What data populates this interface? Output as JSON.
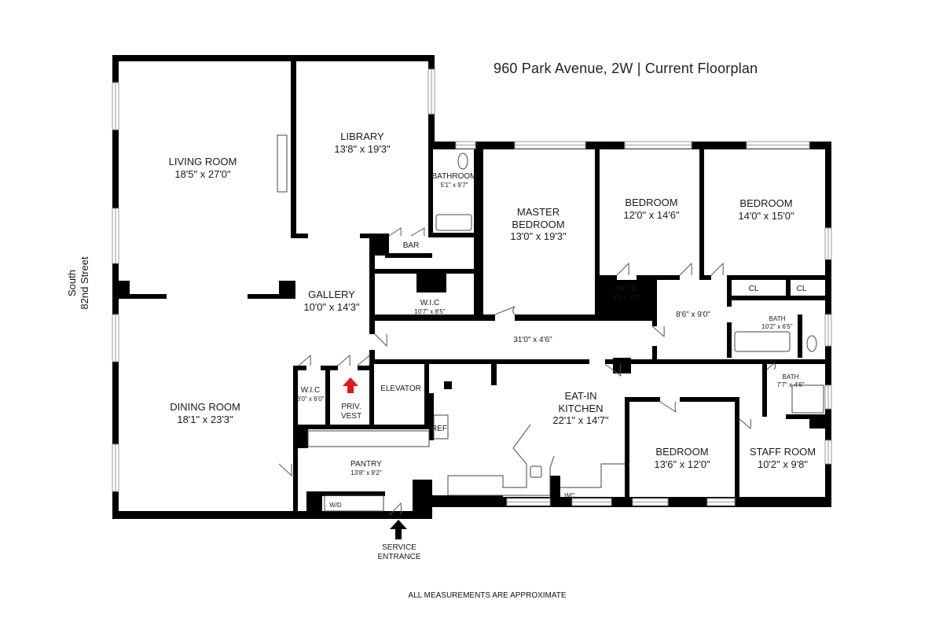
{
  "header": {
    "title": "960 Park Avenue, 2W  |  Current Floorplan"
  },
  "street": {
    "line1": "South",
    "line2": "82nd Street"
  },
  "rooms": {
    "living_room": {
      "name": "LIVING ROOM",
      "size": "18'5\" x 27'0\""
    },
    "library": {
      "name": "LIBRARY",
      "size": "13'8\" x 19'3\""
    },
    "bathroom": {
      "name": "BATHROOM",
      "size": "5'1\" x 9'7\""
    },
    "master_bedroom": {
      "name1": "MASTER",
      "name2": "BEDROOM",
      "size": "13'0\" x 19'3\""
    },
    "bedroom_2": {
      "name": "BEDROOM",
      "size": "12'0\" x 14'6\""
    },
    "bedroom_3": {
      "name": "BEDROOM",
      "size": "14'0\" x 15'0\""
    },
    "bar": {
      "name": "BAR"
    },
    "gallery": {
      "name": "GALLERY",
      "size": "10'0\" x 14'3\""
    },
    "wic_master": {
      "name": "W.I.C",
      "size": "10'7\" x 8'5\""
    },
    "wic_bedroom": {
      "name": "W.I.C",
      "size": "6'8 x \"4'0\""
    },
    "hall_small": {
      "size": "8'6\" x 9'0\""
    },
    "closet_1": {
      "name": "CL"
    },
    "closet_2": {
      "name": "CL"
    },
    "bath_bedroom": {
      "name": "BATH",
      "size": "10'2\" x 6'5\""
    },
    "corridor": {
      "size": "31'0\" x 4'6\""
    },
    "dining_room": {
      "name": "DINING ROOM",
      "size": "18'1\" x 23'3\""
    },
    "wic_gallery": {
      "name": "W.I.C",
      "size": "3'0\" x 6'0\""
    },
    "priv_vest": {
      "name1": "PRIV.",
      "name2": "VEST"
    },
    "elevator": {
      "name": "ELEVATOR"
    },
    "ref": {
      "name": "REF"
    },
    "kitchen": {
      "name1": "EAT-IN",
      "name2": "KITCHEN",
      "size": "22'1\" x 14'7\""
    },
    "bath_staff": {
      "name": "BATH",
      "size": "7'7\" x 4'6\""
    },
    "bedroom_4": {
      "name": "BEDROOM",
      "size": "13'6\" x 12'0\""
    },
    "staff_room": {
      "name": "STAFF ROOM",
      "size": "10'2\" x 9'8\""
    },
    "pantry": {
      "name": "PANTRY",
      "size": "13'8\" x 9'2\""
    },
    "wd": {
      "name": "W/D"
    },
    "wc": {
      "name": "WC"
    }
  },
  "service_entrance": {
    "line1": "SERVICE",
    "line2": "ENTRANCE"
  },
  "footer": {
    "note": "ALL MEASUREMENTS ARE APPROXIMATE"
  },
  "colors": {
    "wall": "#000000",
    "private_vestibule_arrow": "#e8141b",
    "service_arrow": "#000000"
  },
  "icons": [
    "red-up-arrow-icon",
    "black-up-arrow-icon"
  ]
}
